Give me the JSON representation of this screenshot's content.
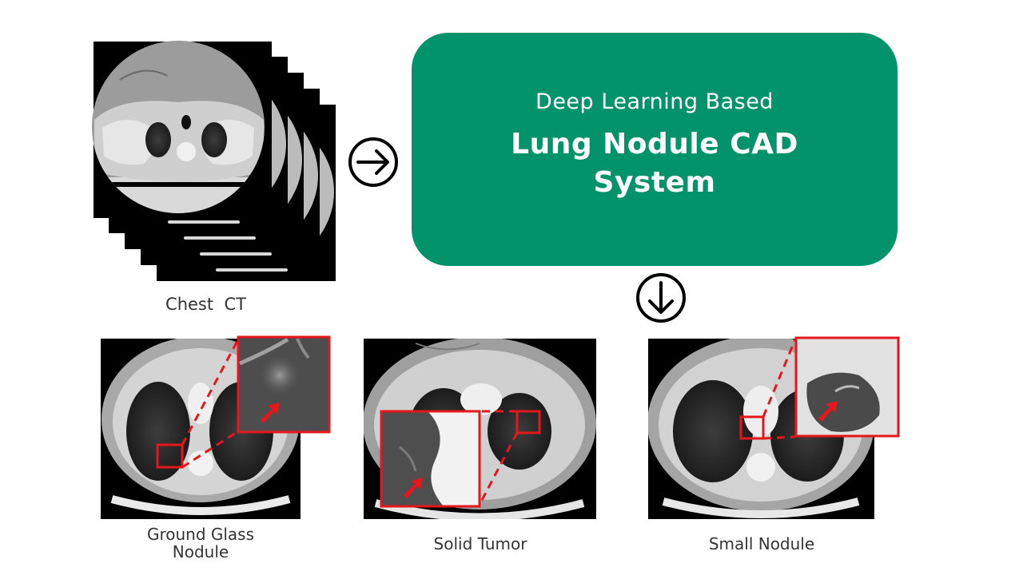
{
  "input": {
    "label": "Chest  CT",
    "stack_count": 5
  },
  "flow": {
    "right_arrow_icon": "circle-arrow-right",
    "down_arrow_icon": "circle-arrow-down"
  },
  "cad": {
    "subtitle": "Deep Learning Based",
    "title_line1": "Lung Nodule CAD",
    "title_line2": "System",
    "color": "#02936b"
  },
  "results": [
    {
      "label_line1": "Ground Glass",
      "label_line2": "Nodule"
    },
    {
      "label_line1": "Solid Tumor",
      "label_line2": ""
    },
    {
      "label_line1": "Small Nodule",
      "label_line2": ""
    }
  ],
  "colors": {
    "highlight": "#e5161c",
    "frame": "#000000"
  }
}
